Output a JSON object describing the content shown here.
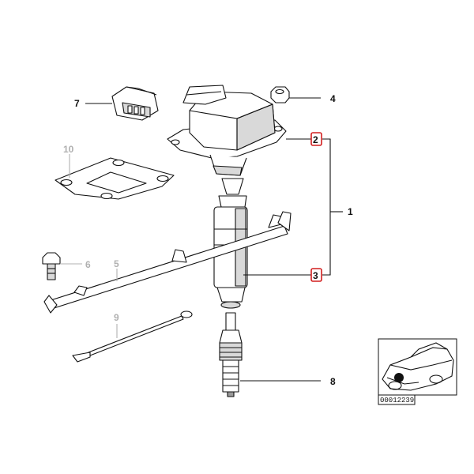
{
  "callouts": {
    "c1": "1",
    "c2": "2",
    "c3": "3",
    "c4": "4",
    "c5": "5",
    "c6": "6",
    "c7": "7",
    "c8": "8",
    "c9": "9",
    "c10": "10"
  },
  "highlighted_callouts": [
    "2",
    "3"
  ],
  "highlight_color": "#d21f1f",
  "inset": {
    "reference_code": "00012239"
  }
}
